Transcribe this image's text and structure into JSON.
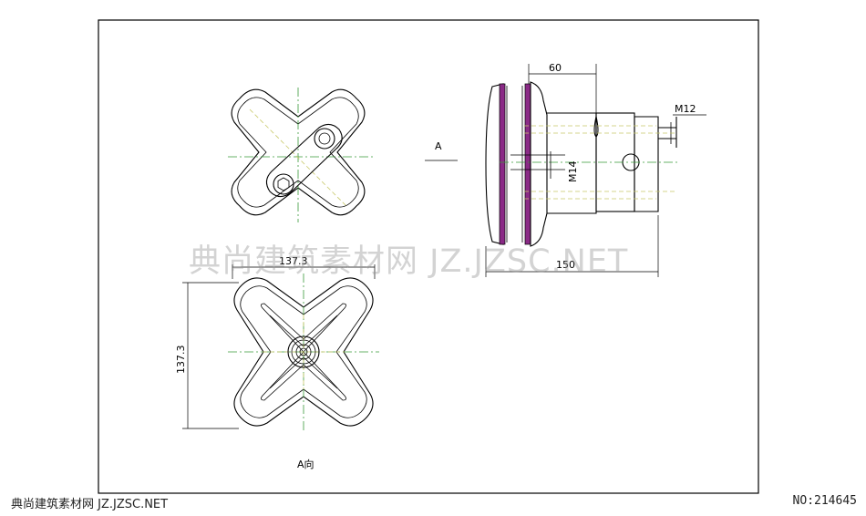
{
  "labels": {
    "view_a": "A",
    "dim_60": "60",
    "dim_m12": "M12",
    "dim_m14": "M14",
    "dim_150": "150",
    "dim_top_width": "137.3",
    "dim_side_height": "137.3",
    "view_a_caption": "A向"
  },
  "watermark": "典尚建筑素材网 JZ.JZSC.NET",
  "footer": {
    "left": "典尚建筑素材网 JZ.JZSC.NET",
    "right": "NO:214645"
  },
  "colors": {
    "line": "#000000",
    "centerline": "#3a9a3a",
    "hidden": "#c9c96a",
    "gasket": "#8a2a86"
  }
}
